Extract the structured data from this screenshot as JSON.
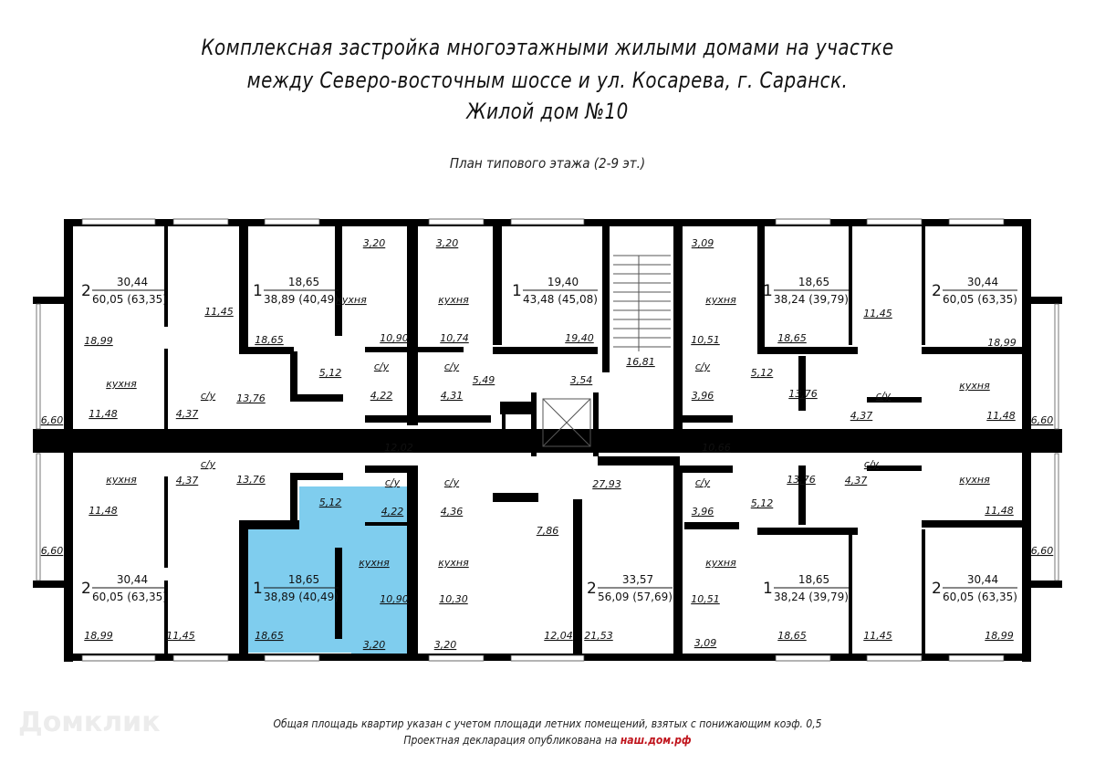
{
  "header": {
    "title_line1": "Комплексная застройка многоэтажными жилыми домами на участке",
    "title_line2": "между Северо-восточным шоссе и ул. Косарева, г. Саранск.",
    "title_line3": "Жилой дом №10",
    "subtitle": "План типового этажа (2-9 эт.)"
  },
  "footer": {
    "note": "Общая площадь квартир указан с учетом площади летних помещений, взятых с понижающим коэф. 0,5",
    "declaration_prefix": "Проектная декларация опубликована на",
    "declaration_link": "наш.дом.рф"
  },
  "watermark": "Домклик",
  "colors": {
    "highlight": "#7fcdee",
    "walls": "#000000",
    "link": "#c0151d"
  },
  "apartments": [
    {
      "rooms": "2",
      "living": "30,44",
      "total": "60,05 (63,35)"
    },
    {
      "rooms": "1",
      "living": "18,65",
      "total": "38,89 (40,49)"
    },
    {
      "rooms": "1",
      "living": "19,40",
      "total": "43,48 (45,08)"
    },
    {
      "rooms": "1",
      "living": "18,65",
      "total": "38,24 (39,79)"
    },
    {
      "rooms": "2",
      "living": "30,44",
      "total": "60,05 (63,35)"
    },
    {
      "rooms": "2",
      "living": "30,44",
      "total": "60,05 (63,35)"
    },
    {
      "rooms": "1",
      "living": "18,65",
      "total": "38,89 (40,49)",
      "highlighted": true
    },
    {
      "rooms": "2",
      "living": "33,57",
      "total": "56,09 (57,69)"
    },
    {
      "rooms": "1",
      "living": "18,65",
      "total": "38,24 (39,79)"
    },
    {
      "rooms": "2",
      "living": "30,44",
      "total": "60,05 (63,35)"
    }
  ],
  "room_labels": [
    "18,99",
    "11,45",
    "кухня",
    "11,48",
    "с/у",
    "4,37",
    "13,76",
    "6,60",
    "кухня",
    "11,48",
    "с/у",
    "4,37",
    "13,76",
    "6,60",
    "18,99",
    "11,45",
    "18,65",
    "кухня",
    "10,90",
    "3,20",
    "3,20",
    "5,12",
    "с/у",
    "4,22",
    "12,02",
    "кухня",
    "10,74",
    "с/у",
    "4,31",
    "5,49",
    "19,40",
    "3,54",
    "16,81",
    "10,66",
    "27,93",
    "7,86",
    "3,09",
    "кухня",
    "10,51",
    "с/у",
    "3,96",
    "5,12",
    "18,65",
    "11,45",
    "18,99",
    "13,76",
    "с/у",
    "4,37",
    "кухня",
    "11,48",
    "6,60",
    "с/у",
    "4,37",
    "13,76",
    "кухня",
    "11,48",
    "6,60",
    "18,99",
    "11,45",
    "18,65",
    "кухня",
    "10,51",
    "3,09",
    "с/у",
    "3,96",
    "5,12",
    "21,53",
    "12,04",
    "кухня",
    "10,30",
    "3,20",
    "с/у",
    "4,36",
    "5,12",
    "с/у",
    "4,22",
    "кухня",
    "10,90",
    "3,20",
    "18,65"
  ]
}
